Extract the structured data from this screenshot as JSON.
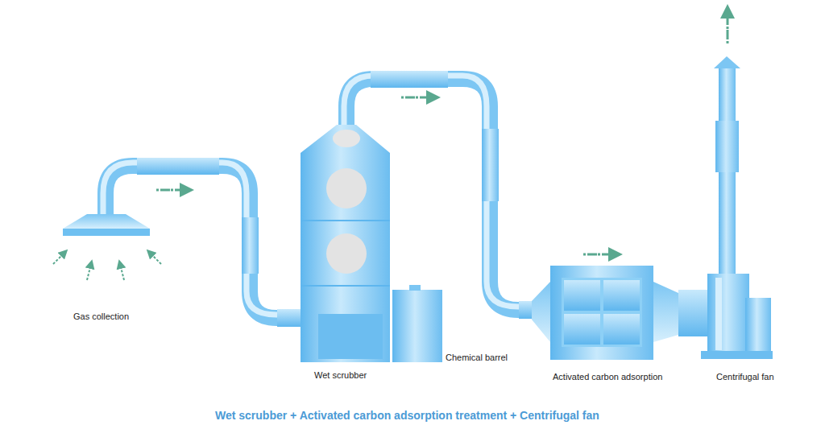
{
  "diagram": {
    "caption": "Wet scrubber + Activated carbon adsorption treatment + Centrifugal fan",
    "labels": [
      "Gas collection",
      "Wet scrubber",
      "Chemical barrel",
      "Activated carbon adsorption",
      "Centrifugal fan"
    ]
  }
}
